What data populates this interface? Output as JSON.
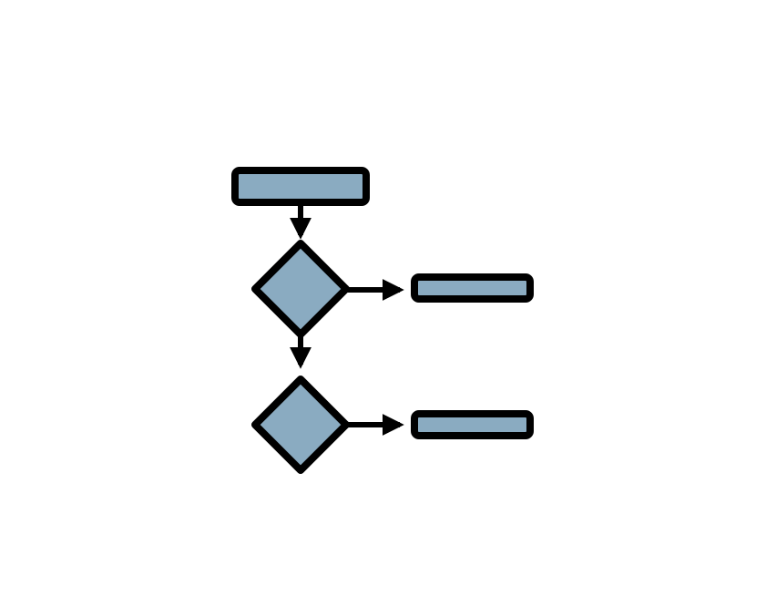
{
  "diagram": {
    "type": "flowchart",
    "colors": {
      "fill": "#8AABC1",
      "stroke": "#000000",
      "background": "#FFFFFF"
    },
    "nodes": [
      {
        "id": "start",
        "shape": "rectangle",
        "label": ""
      },
      {
        "id": "decision-1",
        "shape": "diamond",
        "label": ""
      },
      {
        "id": "outcome-1",
        "shape": "rectangle",
        "label": ""
      },
      {
        "id": "decision-2",
        "shape": "diamond",
        "label": ""
      },
      {
        "id": "outcome-2",
        "shape": "rectangle",
        "label": ""
      }
    ],
    "edges": [
      {
        "from": "start",
        "to": "decision-1"
      },
      {
        "from": "decision-1",
        "to": "outcome-1"
      },
      {
        "from": "decision-1",
        "to": "decision-2"
      },
      {
        "from": "decision-2",
        "to": "outcome-2"
      }
    ]
  }
}
